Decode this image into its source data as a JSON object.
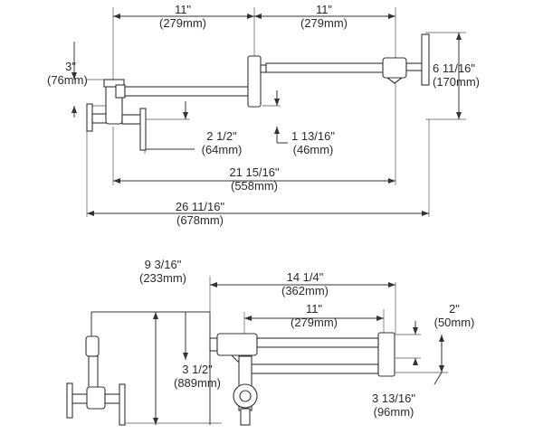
{
  "top_view": {
    "dim_upper_arm": {
      "imperial": "11\"",
      "metric": "(279mm)"
    },
    "dim_lower_arm": {
      "imperial": "11\"",
      "metric": "(279mm)"
    },
    "dim_height_right": {
      "imperial": "6 11/16\"",
      "metric": "(170mm)"
    },
    "dim_height_left": {
      "imperial": "3\"",
      "metric": "(76mm)"
    },
    "dim_valve_offset": {
      "imperial": "2 1/2\"",
      "metric": "(64mm)"
    },
    "dim_spout_offset": {
      "imperial": "1 13/16\"",
      "metric": "(46mm)"
    },
    "dim_reach": {
      "imperial": "21 15/16\"",
      "metric": "(558mm)"
    },
    "dim_overall": {
      "imperial": "26 11/16\"",
      "metric": "(678mm)"
    }
  },
  "bottom_view": {
    "dim_folded_depth": {
      "imperial": "9 3/16\"",
      "metric": "(233mm)"
    },
    "dim_folded_reach": {
      "imperial": "14 1/4\"",
      "metric": "(362mm)"
    },
    "dim_arm": {
      "imperial": "11\"",
      "metric": "(279mm)"
    },
    "dim_arm_gap": {
      "imperial": "2\"",
      "metric": "(50mm)"
    },
    "dim_center_height": {
      "imperial": "3 1/2\"",
      "metric": "(889mm)"
    },
    "dim_spout_height": {
      "imperial": "3 13/16\"",
      "metric": "(96mm)"
    }
  }
}
